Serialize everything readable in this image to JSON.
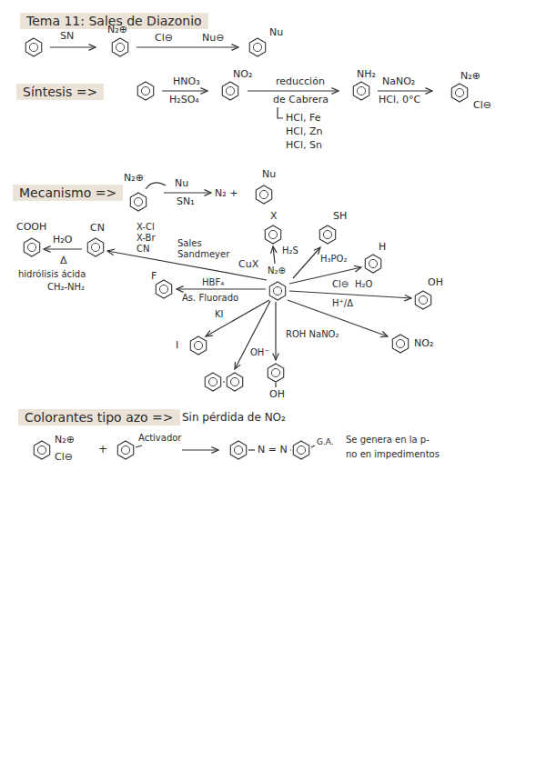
{
  "diagram": {
    "nodes": [
      {
        "text": [
          "Tema 11: Sales de Diazonio"
        ]
      },
      {
        "text": [
          "Síntesis =>"
        ]
      },
      {
        "text": [
          "Mecanismo =>"
        ]
      },
      {
        "text": [
          "Colorantes tipo azo =>"
        ]
      }
    ],
    "labels": [
      "SN",
      "N₂⊕",
      "Cl⊖",
      "Nu⊖",
      "Nu",
      "HNO₃",
      "H₂SO₄",
      "NO₂",
      "reducción",
      "de Cabrera",
      "HCl, Fe",
      "HCl, Zn",
      "HCl, Sn",
      "NH₂",
      "NaNO₂",
      "HCl, 0°C",
      "N₂⊕",
      "Cl⊖",
      "N₂⊕",
      "Nu",
      "SN₁",
      "N₂ +",
      "Nu",
      "COOH",
      "H₂O",
      "Δ",
      "hidrólisis ácida",
      "CH₂-NH₂",
      "CN",
      "X-Cl",
      "X-Br",
      "CN",
      "Sales Sandmeyer",
      "CuX",
      "X",
      "H₂S",
      "SH",
      "H₃PO₂",
      "H",
      "N₂⊕",
      "HBF₄",
      "F",
      "As. Fluorado",
      "Cl⊖",
      "H₂O",
      "OH",
      "H⁺/Δ",
      "KI",
      "I",
      "ROH NaNO₂",
      "NO₂",
      "OH⁻",
      "OH",
      "Sin pérdida de NO₂",
      "N₂⊕",
      "Cl⊖",
      "+",
      "Activador",
      "N = N",
      "G.A.",
      "Se genera en la p-",
      "no en impedimentos"
    ]
  }
}
